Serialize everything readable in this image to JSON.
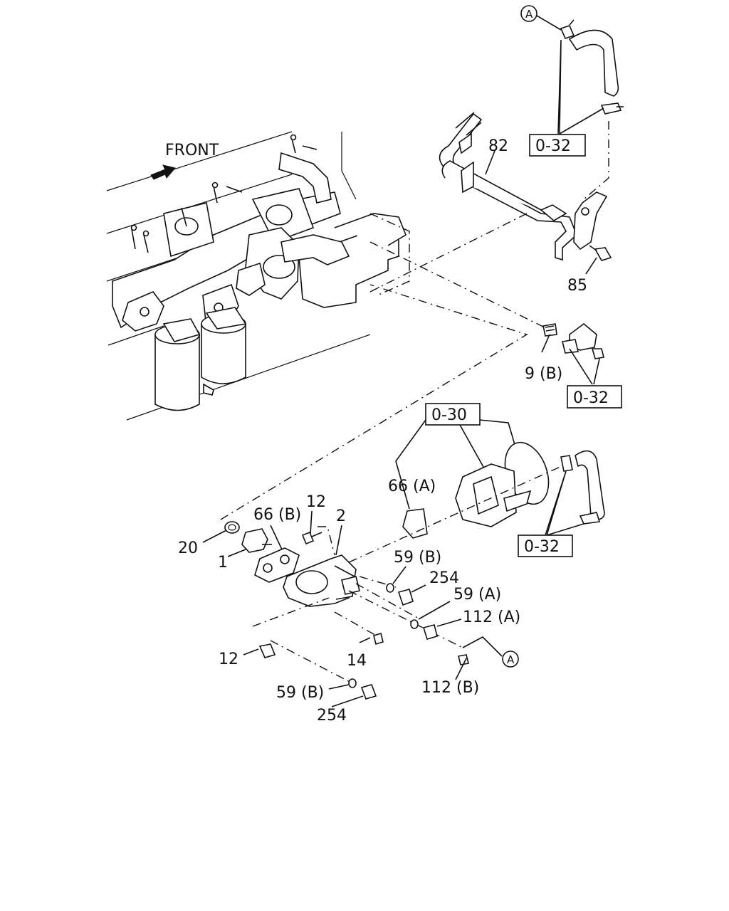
{
  "direction_label": "FRONT",
  "ref_boxes": {
    "top_right": "0-32",
    "middle_right": "0-32",
    "lower_right": "0-32",
    "upper_center": "0-30"
  },
  "callouts": {
    "top_a": "A",
    "bottom_a": "A"
  },
  "part_numbers": {
    "p82": "82",
    "p85": "85",
    "p9b": "9 (B)",
    "p66a": "66 (A)",
    "p66b": "66 (B)",
    "p12_upper": "12",
    "p2": "2",
    "p20": "20",
    "p1": "1",
    "p59b_upper": "59 (B)",
    "p254_upper": "254",
    "p59a": "59 (A)",
    "p112a": "112 (A)",
    "p12_lower": "12",
    "p14": "14",
    "p112b": "112 (B)",
    "p59b_lower": "59 (B)",
    "p254_lower": "254"
  }
}
